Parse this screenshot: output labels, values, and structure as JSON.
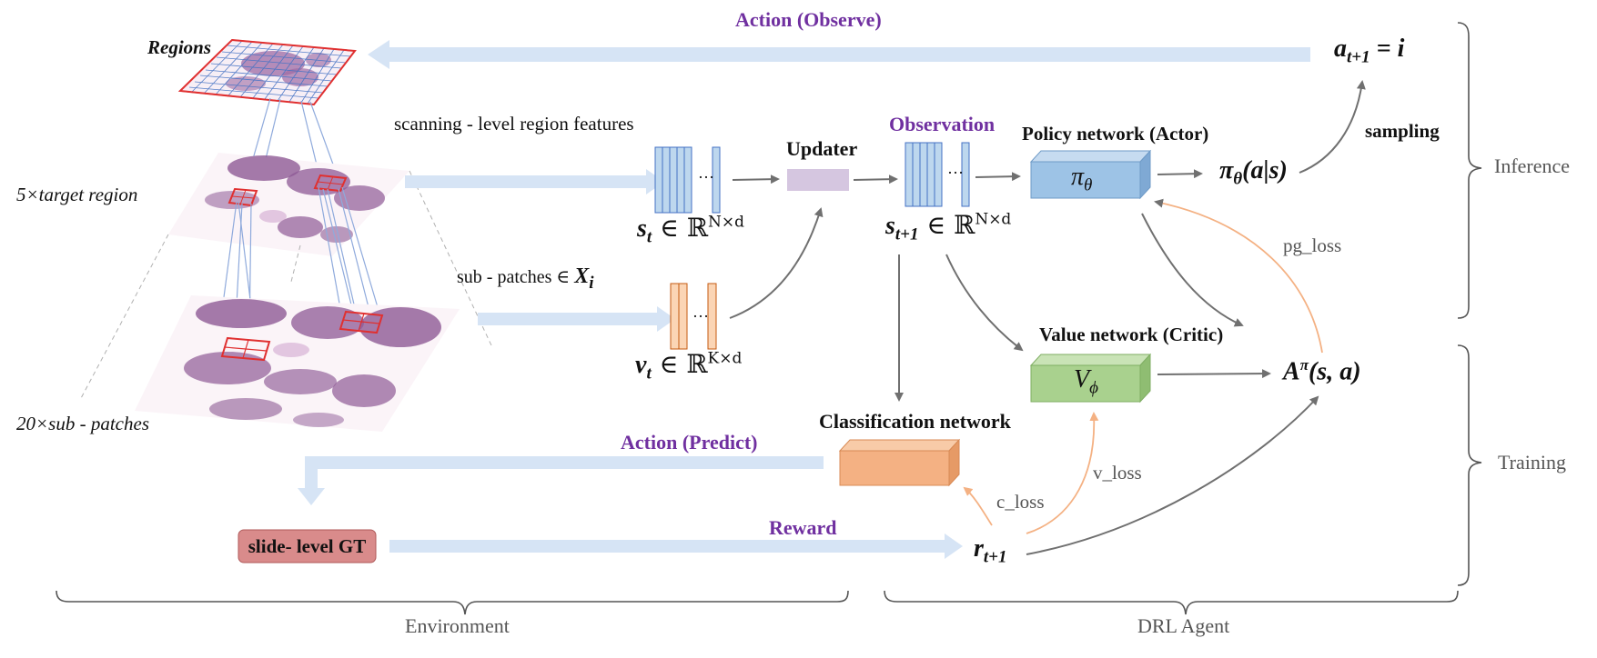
{
  "labels": {
    "action_observe": "Action (Observe)",
    "regions": "Regions",
    "scanning_features": "scanning - level region features",
    "target_region": "5×target region",
    "sub_patches_label": "sub - patches ∈",
    "sub_patches_sym": "X",
    "sub_patches_idx": "i",
    "twenty_sub_patches": "20×sub - patches",
    "updater": "Updater",
    "observation": "Observation",
    "policy_network": "Policy network (Actor)",
    "value_network": "Value network (Critic)",
    "classification_network": "Classification network",
    "action_predict": "Action (Predict)",
    "reward": "Reward",
    "slide_level_gt": "slide- level GT",
    "sampling": "sampling",
    "pg_loss": "pg_loss",
    "v_loss": "v_loss",
    "c_loss": "c_loss",
    "inference": "Inference",
    "training": "Training",
    "environment": "Environment",
    "drl_agent": "DRL Agent",
    "ellipsis": "…"
  },
  "math": {
    "a_next": {
      "base": "a",
      "sub": "t+1",
      "rest": " = i"
    },
    "s_t": {
      "base": "s",
      "sub": "t",
      "rel": " ∈ ℝ",
      "sup": "N×d"
    },
    "s_next": {
      "base": "s",
      "sub": "t+1",
      "rel": " ∈ ℝ",
      "sup": "N×d"
    },
    "v_t": {
      "base": "v",
      "sub": "t",
      "rel": " ∈ ℝ",
      "sup": "K×d"
    },
    "pi_theta_box": {
      "base": "π",
      "sub": "θ"
    },
    "pi_theta_dist": {
      "base": "π",
      "sub": "θ",
      "rest": "(a|s)"
    },
    "v_phi_box": {
      "base": "V",
      "sub": "ϕ"
    },
    "advantage": {
      "base": "A",
      "sup": "π",
      "rest": "(s, a)"
    },
    "r_next": {
      "base": "r",
      "sub": "t+1"
    }
  },
  "colors": {
    "feature_blue": "#bdd7ee",
    "feature_stroke": "#4472c4",
    "patch_orange": "#fbd5b5",
    "patch_stroke": "#c55a11",
    "policy_box": "#9dc3e6",
    "value_box": "#a9d18e",
    "class_box": "#f4b183",
    "updater": "#d5c6e0",
    "gt_box": "#d98b8b",
    "flow_arrow": "#d6e4f5",
    "loss_arrow": "#f4b183",
    "gray_arrow": "#707070",
    "accent_purple": "#7030a0",
    "tissue": "#9e6ba4",
    "region_grid": "#e03030"
  }
}
